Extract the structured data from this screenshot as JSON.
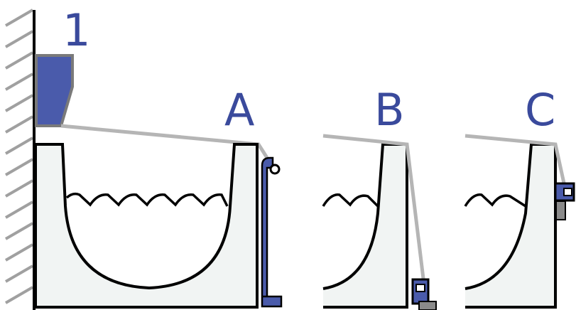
{
  "labels": {
    "part_number": "1",
    "panel_a": "A",
    "panel_b": "B",
    "panel_c": "C"
  },
  "colors": {
    "accent_blue": "#4a5bab",
    "label_blue": "#3a4a9c",
    "tub_fill": "#f1f4f3",
    "outline": "#000000",
    "cord_gray": "#b5b5b5",
    "hatch_gray": "#a0a0a0",
    "clip_gray": "#8a8a8a"
  },
  "icons": {
    "wall": "hatched-wall-icon",
    "bracket": "wall-bracket-icon",
    "tub": "tub-cross-section-icon",
    "water": "water-surface-icon",
    "cord": "cord-icon",
    "hook": "hook-clip-icon"
  }
}
